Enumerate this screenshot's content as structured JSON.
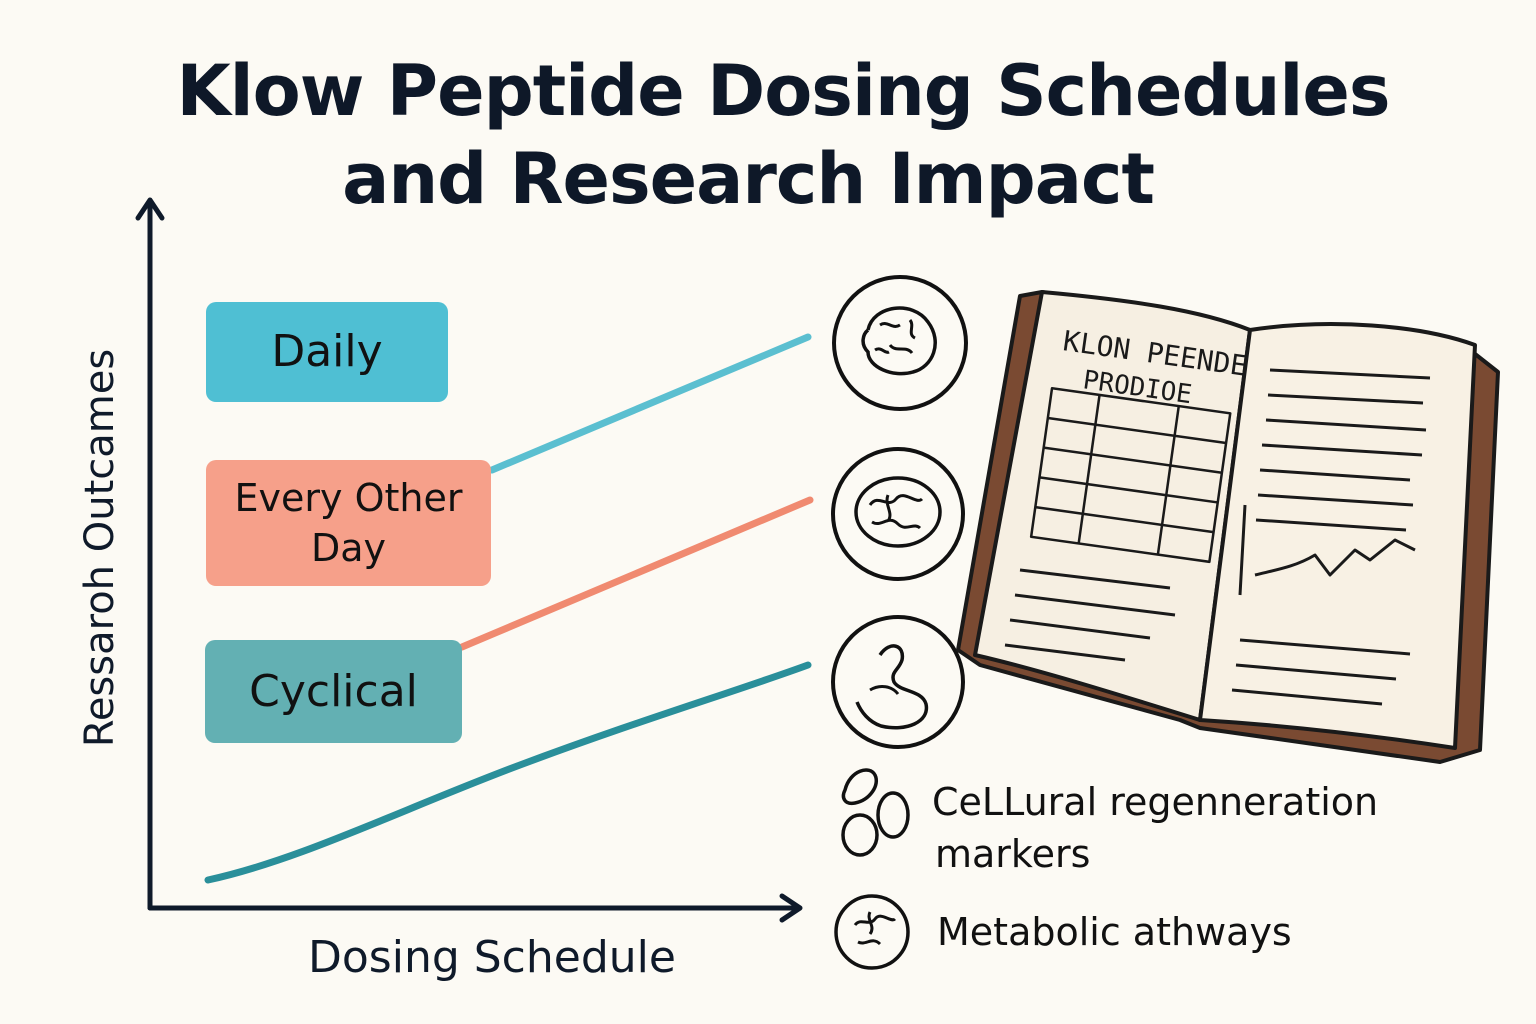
{
  "title": {
    "line1": "Klow Peptide Dosing Schedules",
    "line2": "and Research Impact"
  },
  "axes": {
    "y_label": "Ressaroh Outcames",
    "x_label": "Dosing Schedule"
  },
  "schedules": [
    {
      "label": "Daily",
      "color": "#4fbfd3",
      "line_color": "#5bbfd0"
    },
    {
      "label": "Every Other Day",
      "color": "#f6a08a",
      "line_color": "#f08a70"
    },
    {
      "label": "Cyclical",
      "color": "#63b0b3",
      "line_color": "#2a8f9a"
    }
  ],
  "outcome_icons": [
    "brain-cell-icon",
    "metabolic-cell-icon",
    "muscle-icon"
  ],
  "notebook": {
    "heading_line1": "KLON PEENDE",
    "heading_line2": "PRODIOE"
  },
  "legend": [
    {
      "icon": "cells-icon",
      "label_line1": "CeLLural regenneration",
      "label_line2": "markers"
    },
    {
      "icon": "metabolic-icon",
      "label": "Metabolic athways"
    }
  ]
}
